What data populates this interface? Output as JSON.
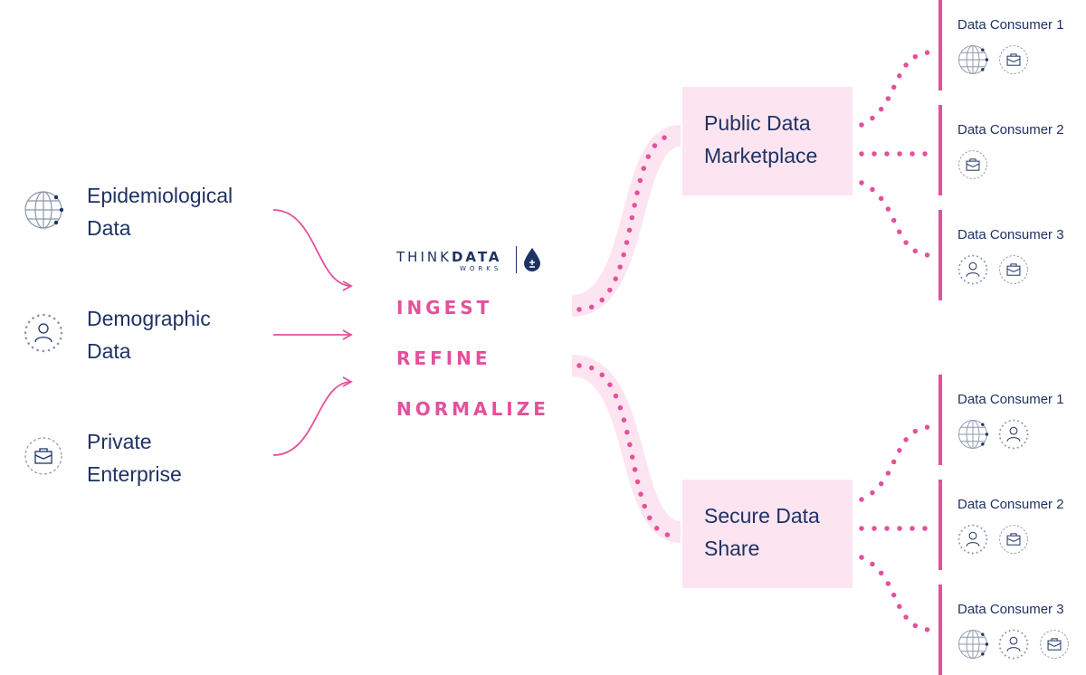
{
  "colors": {
    "navy": "#1e3264",
    "pink": "#e4509a",
    "light_pink": "#fde4f1",
    "icon_gray": "#8a97aa"
  },
  "sources": [
    {
      "label": "Epidemiological\nData",
      "icon": "globe-icon"
    },
    {
      "label": "Demographic\nData",
      "icon": "person-icon"
    },
    {
      "label": "Private\nEnterprise",
      "icon": "briefcase-icon"
    }
  ],
  "logo": {
    "think": "THINK",
    "data": "DATA",
    "works": "WORKS"
  },
  "steps": [
    "INGEST",
    "REFINE",
    "NORMALIZE"
  ],
  "hubs": {
    "marketplace": {
      "label": "Public Data\nMarketplace",
      "consumers": [
        {
          "title": "Data Consumer 1",
          "icons": [
            "globe-icon",
            "briefcase-icon"
          ]
        },
        {
          "title": "Data Consumer 2",
          "icons": [
            "briefcase-icon"
          ]
        },
        {
          "title": "Data Consumer 3",
          "icons": [
            "person-icon",
            "briefcase-icon"
          ]
        }
      ]
    },
    "share": {
      "label": "Secure Data\nShare",
      "consumers": [
        {
          "title": "Data Consumer 1",
          "icons": [
            "globe-icon",
            "person-icon"
          ]
        },
        {
          "title": "Data Consumer 2",
          "icons": [
            "person-icon",
            "briefcase-icon"
          ]
        },
        {
          "title": "Data Consumer 3",
          "icons": [
            "globe-icon",
            "person-icon",
            "briefcase-icon"
          ]
        }
      ]
    }
  }
}
